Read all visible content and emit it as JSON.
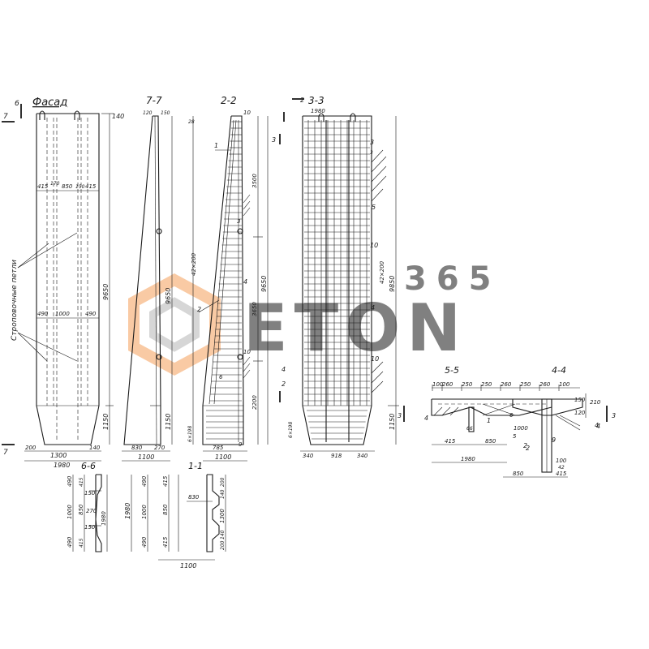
{
  "titles": {
    "facade": "Фасад",
    "s77": "7-7",
    "s22": "2-2",
    "s33": "3-3",
    "s66": "6-6",
    "s11": "1-1",
    "s55": "5-5",
    "s44": "4-4"
  },
  "facade": {
    "section_mark_top": "6",
    "section_mark_left": "7",
    "dim_140": "140",
    "widths_top": [
      "415",
      "170",
      "850",
      "150",
      "415"
    ],
    "widths_mid": [
      "490",
      "1000",
      "490"
    ],
    "height_total": "9650",
    "height_base": "1150",
    "base_dims": [
      "200",
      "1300",
      "140"
    ],
    "base_dims_small": [
      "140",
      "200"
    ],
    "width_total": "1980",
    "loops_label": "Строповочные петли"
  },
  "s77": {
    "top_dims": [
      "120",
      "150"
    ],
    "height": "9650",
    "height_base": "1150",
    "base_dims": [
      "830",
      "270"
    ],
    "width_total": "1100"
  },
  "s22": {
    "top_mark": "10",
    "top_mark2": "28",
    "dims_right": [
      "3500",
      "42×200",
      "3650",
      "9650",
      "2200"
    ],
    "base_steps": "6×198",
    "bottom_dims": [
      "785",
      "1100"
    ],
    "callouts": [
      "1",
      "2",
      "4",
      "6",
      "10",
      "3",
      "9"
    ],
    "mark_4": "4",
    "mark_2": "2"
  },
  "s33": {
    "top_mark": "2",
    "top_width": "1980",
    "dims_right": [
      "42×200",
      "9850",
      "1150"
    ],
    "base_steps": "6×198",
    "bottom_dims": [
      "340",
      "918",
      "340"
    ],
    "callouts": [
      "3",
      "5",
      "10",
      "4",
      "10",
      "3"
    ],
    "mark_left": "3"
  },
  "s66": {
    "dims_left": [
      "490",
      "1000",
      "490"
    ],
    "dims_mid": [
      "415",
      "850",
      "415"
    ],
    "dims_right": [
      "150",
      "270",
      "150"
    ],
    "total": "1980"
  },
  "s11": {
    "dims_left": [
      "490",
      "1000",
      "490"
    ],
    "dims_mid": [
      "415",
      "850",
      "415"
    ],
    "dims_right": [
      "200",
      "140",
      "1300",
      "140",
      "200"
    ],
    "inner": "830",
    "total": "1100",
    "total_left": "1980"
  },
  "s55": {
    "top_dims": [
      "100",
      "260",
      "250",
      "250",
      "260",
      "250",
      "260",
      "100"
    ],
    "callouts": [
      "4",
      "1",
      "6",
      "5",
      "2",
      "4"
    ],
    "dims": [
      "66",
      "1000",
      "415",
      "850",
      "1980"
    ],
    "side_marks": [
      "3",
      "3"
    ]
  },
  "s44": {
    "dims_right": [
      "150",
      "120",
      "210"
    ],
    "dims_bottom": [
      "100",
      "42",
      "850",
      "415"
    ],
    "callouts": [
      "9",
      "4",
      "2"
    ],
    "side_marks": [
      "3"
    ]
  },
  "watermark": {
    "digits": "365",
    "word": "ETON"
  },
  "colors": {
    "ink": "#1a1a1a",
    "watermark_orange": "#f5a05a",
    "watermark_grey": "#b5b5b5"
  }
}
